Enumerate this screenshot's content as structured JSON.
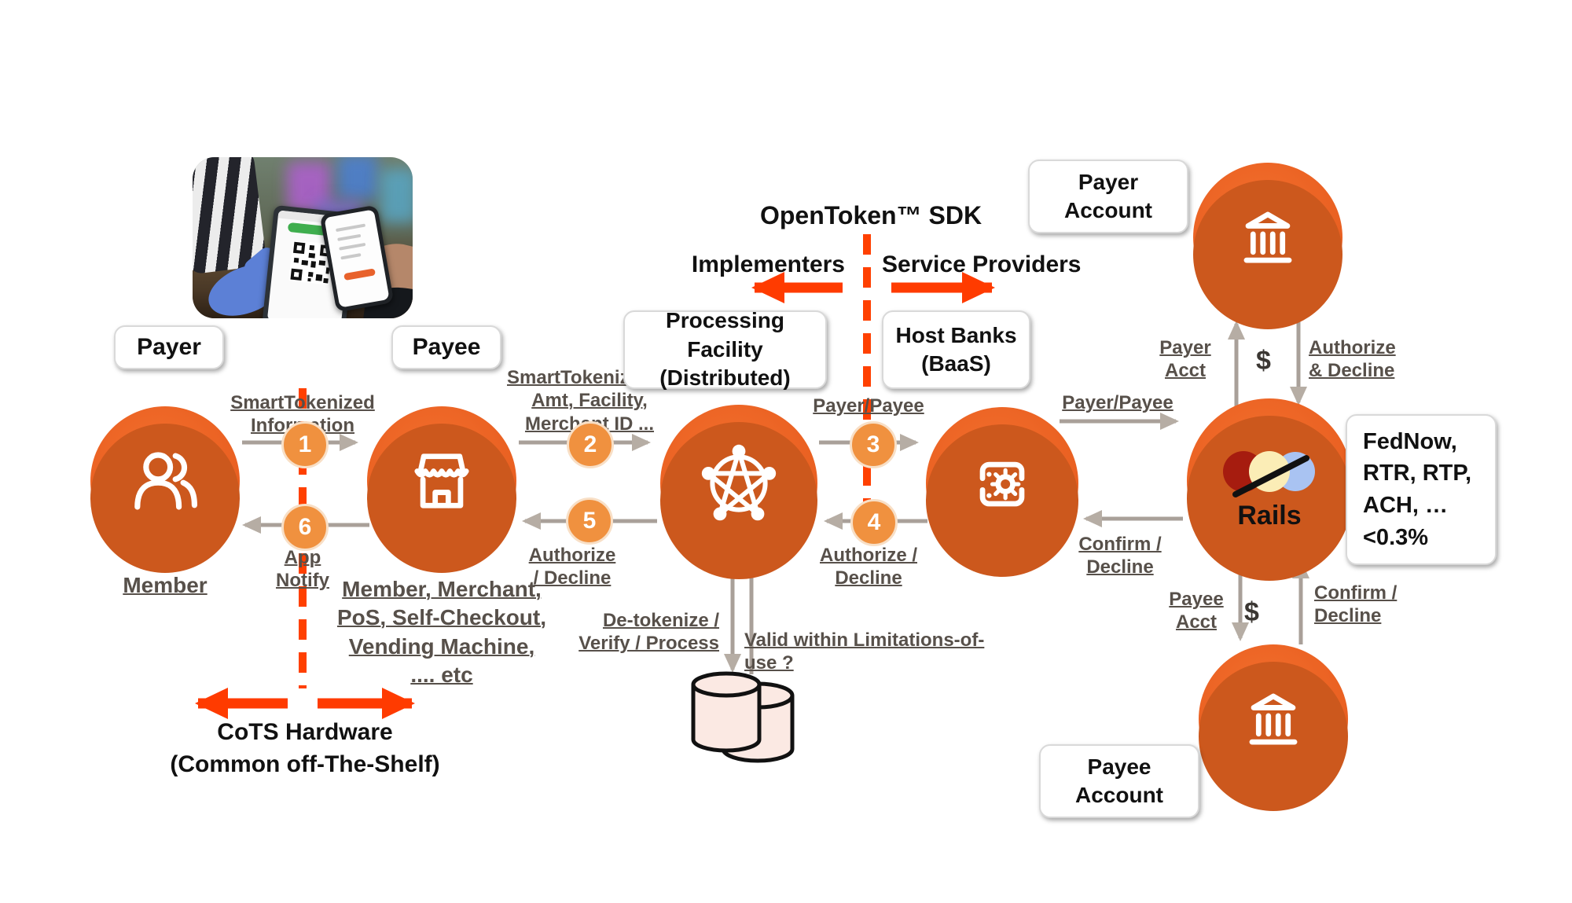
{
  "header": {
    "sdk_title": "OpenToken™ SDK",
    "left_role": "Implementers",
    "right_role": "Service Providers"
  },
  "boxes": {
    "payer": "Payer",
    "payee": "Payee",
    "processing_facility": "Processing Facility\n(Distributed)",
    "host_banks": "Host Banks\n(BaaS)",
    "payer_account": "Payer\nAccount",
    "payee_account": "Payee\nAccount",
    "rails_schemes": "FedNow,\nRTR, RTP,\nACH, …\n<0.3%"
  },
  "nodes": {
    "payer_caption": "Member",
    "payee_caption": "Member, Merchant,\nPoS, Self-Checkout,\nVending Machine,\n.... etc",
    "rails_label": "Rails"
  },
  "steps": [
    {
      "num": "1",
      "label": "SmartTokenized\nInformation"
    },
    {
      "num": "2",
      "label": "SmartTokenization\nAmt, Facility,\nMerchant ID ..."
    },
    {
      "num": "3",
      "label": "Payer/Payee"
    },
    {
      "num": "4",
      "label": "Authorize /\nDecline"
    },
    {
      "num": "5",
      "label": "Authorize\n/ Decline"
    },
    {
      "num": "6",
      "label": "App\nNotify"
    }
  ],
  "rails_links": {
    "host_to_rails": "Payer/Payee",
    "rails_to_host": "Confirm /\nDecline",
    "payer_acct": "Payer\nAcct",
    "payer_dollar": "$",
    "payer_authorize": "Authorize\n& Decline",
    "payee_acct": "Payee\nAcct",
    "payee_dollar": "$",
    "payee_confirm": "Confirm /\nDecline"
  },
  "processing": {
    "detokenize": "De-tokenize /\nVerify / Process",
    "validity_check": "Valid within Limitations-of-use ?"
  },
  "footer": {
    "cots": "CoTS Hardware\n(Common off-The-Shelf)"
  },
  "icons": {
    "payer": "people-icon",
    "payee": "store-icon",
    "processing_facility": "network-icon",
    "host_banks": "card-gear-icon",
    "payer_bank": "bank-icon",
    "payee_bank": "bank-icon",
    "rails": "card-schemes-crossed-icon",
    "database": "database-icon",
    "photo": "qr-payment-photo"
  },
  "colors": {
    "node_orange": "#EA6122",
    "step_orange": "#F0913F",
    "dashed_red": "#FF4000",
    "arrow_red": "#FF3B00",
    "arrow_gray": "#A9A099",
    "label_gray": "#57504A",
    "rails_red": "#A61C0F",
    "rails_cream": "#FBEDB6",
    "rails_blue": "#A9C3F2",
    "db_pink": "#FBE9E3"
  }
}
